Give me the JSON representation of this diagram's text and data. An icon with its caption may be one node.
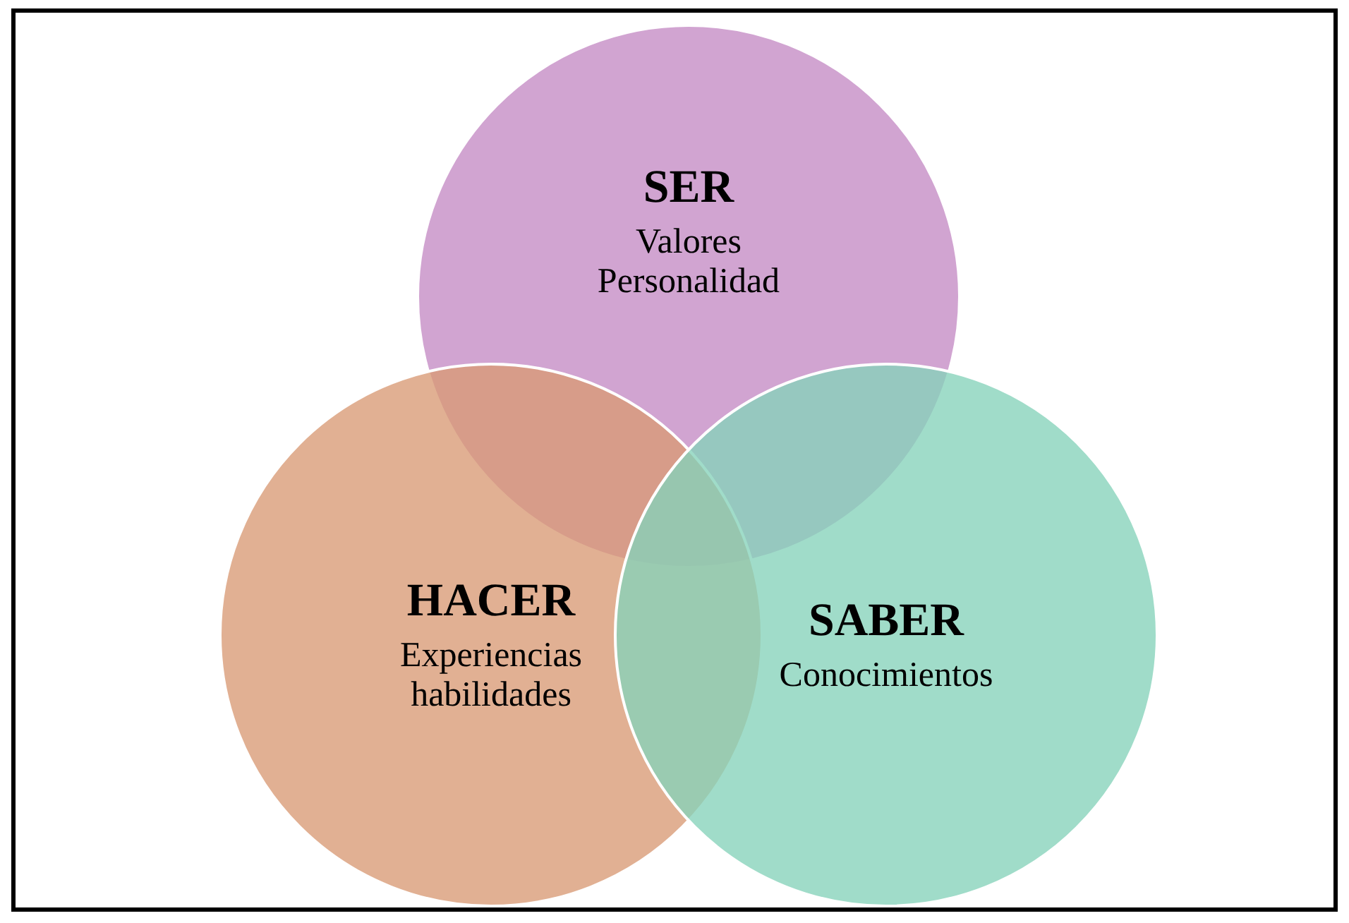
{
  "diagram": {
    "nodes": [
      {
        "text": [
          "SER",
          "Valores Personalidad"
        ]
      },
      {
        "text": [
          "HACER",
          "Experiencias habilidades"
        ]
      },
      {
        "text": [
          "SABER",
          "Conocimientos"
        ]
      }
    ]
  }
}
